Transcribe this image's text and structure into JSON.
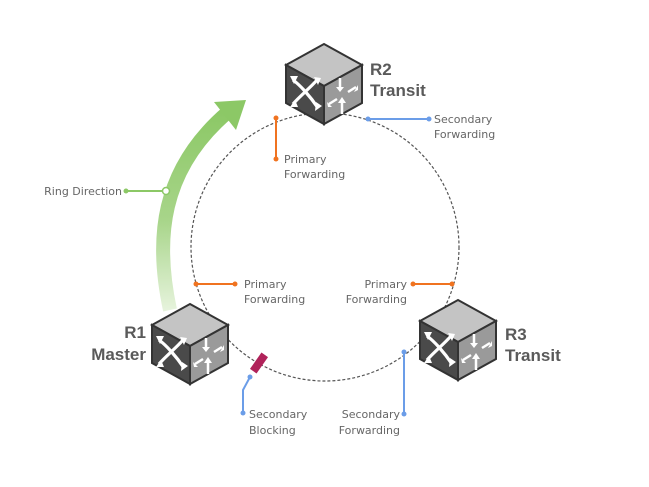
{
  "diagram": {
    "type": "ring-topology",
    "colors": {
      "primary": "#f07320",
      "secondary": "#6b9de8",
      "ring": "#555555",
      "direction": "#8cc866",
      "block": "#b0225a",
      "cube_top": "#c4c4c4",
      "cube_left": "#4a4a4a",
      "cube_right": "#9a9a9a",
      "node_label": "#5a5a5a",
      "label": "#666666"
    },
    "nodes": [
      {
        "id": "R1",
        "name": "R1",
        "role": "Master"
      },
      {
        "id": "R2",
        "name": "R2",
        "role": "Transit"
      },
      {
        "id": "R3",
        "name": "R3",
        "role": "Transit"
      }
    ],
    "ports": [
      {
        "node": "R2",
        "type": "primary",
        "state": [
          "Primary",
          "Forwarding"
        ]
      },
      {
        "node": "R2",
        "type": "secondary",
        "state": [
          "Secondary",
          "Forwarding"
        ]
      },
      {
        "node": "R1",
        "type": "primary",
        "state": [
          "Primary",
          "Forwarding"
        ]
      },
      {
        "node": "R1",
        "type": "secondary",
        "state": [
          "Secondary",
          "Blocking"
        ]
      },
      {
        "node": "R3",
        "type": "primary",
        "state": [
          "Primary",
          "Forwarding"
        ]
      },
      {
        "node": "R3",
        "type": "secondary",
        "state": [
          "Secondary",
          "Forwarding"
        ]
      }
    ],
    "ring_direction_label": "Ring Direction",
    "ring_direction": "clockwise"
  }
}
